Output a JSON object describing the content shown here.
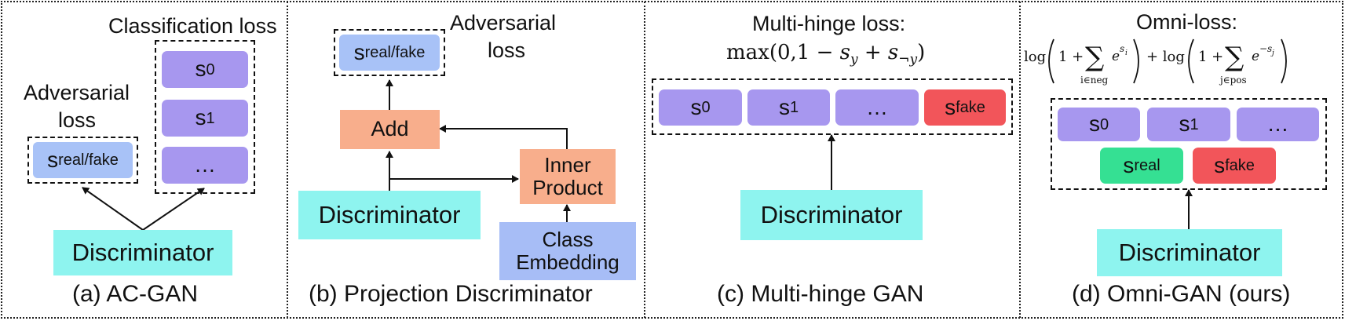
{
  "panel_a": {
    "caption": "(a) AC-GAN",
    "classification_loss": "Classification loss",
    "adversarial_loss_line1": "Adversarial",
    "adversarial_loss_line2": "loss",
    "score_real_fake": {
      "base": "s",
      "sub": "real/fake"
    },
    "class_scores": [
      {
        "base": "s",
        "sub": "0"
      },
      {
        "base": "s",
        "sub": "1"
      },
      {
        "base": "…",
        "sub": ""
      }
    ],
    "discriminator": "Discriminator"
  },
  "panel_b": {
    "caption": "(b) Projection Discriminator",
    "adversarial_loss_line1": "Adversarial",
    "adversarial_loss_line2": "loss",
    "score_real_fake": {
      "base": "s",
      "sub": "real/fake"
    },
    "add": "Add",
    "inner_product_line1": "Inner",
    "inner_product_line2": "Product",
    "discriminator": "Discriminator",
    "class_embedding_line1": "Class",
    "class_embedding_line2": "Embedding"
  },
  "panel_c": {
    "caption": "(c) Multi-hinge GAN",
    "loss_title": "Multi-hinge loss:",
    "scores": [
      {
        "base": "s",
        "sub": "0"
      },
      {
        "base": "s",
        "sub": "1"
      },
      {
        "base": "…",
        "sub": ""
      },
      {
        "base": "s",
        "sub": "fake"
      }
    ],
    "discriminator": "Discriminator"
  },
  "panel_d": {
    "caption": "(d) Omni-GAN (ours)",
    "loss_title": "Omni-loss:",
    "scores_top": [
      {
        "base": "s",
        "sub": "0"
      },
      {
        "base": "s",
        "sub": "1"
      },
      {
        "base": "…",
        "sub": ""
      }
    ],
    "scores_bottom": [
      {
        "base": "s",
        "sub": "real"
      },
      {
        "base": "s",
        "sub": "fake"
      }
    ],
    "discriminator": "Discriminator"
  },
  "colors": {
    "discriminator": "#8ef4ef",
    "class_score": "#a797ef",
    "real_fake_score": "#a8c2f7",
    "projection_op": "#f8ae8c",
    "real": "#35e093",
    "fake": "#f2555a"
  }
}
